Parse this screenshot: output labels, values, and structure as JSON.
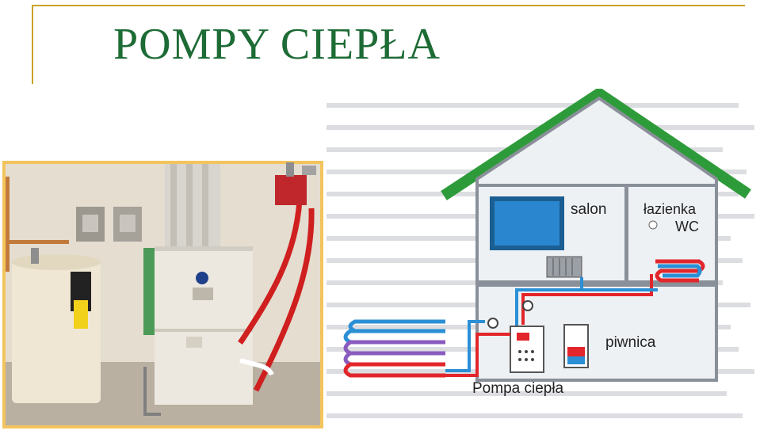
{
  "title": "POMPY CIEPŁA",
  "photo": {
    "subject": "heat-pump-installation-photo"
  },
  "diagram": {
    "rooms": {
      "salon": "salon",
      "bathroom_line1": "łazienka",
      "bathroom_line2": "WC",
      "basement": "piwnica"
    },
    "caption": "Pompa ciepła"
  },
  "colors": {
    "title": "#1d6b35",
    "roof": "#2e9b3a",
    "frame": "#c9a227",
    "pipe_hot": "#e2262b",
    "pipe_cold": "#2b8fd6",
    "ground_coil": "#8a5bbf"
  }
}
